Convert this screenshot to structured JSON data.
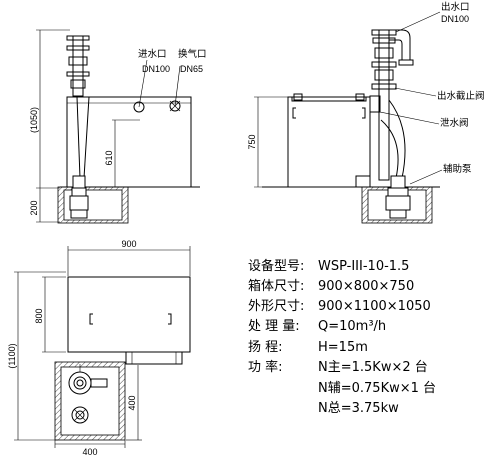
{
  "front_view": {
    "inlet_label": "进水口",
    "inlet_size": "DN100",
    "vent_label": "换气口",
    "vent_size": "DN65",
    "dim_height": "(1050)",
    "dim_610": "610",
    "dim_200": "200"
  },
  "side_view": {
    "outlet_label": "出水口",
    "outlet_size": "DN100",
    "gate_valve_label": "出水截止阀",
    "drain_valve_label": "泄水阀",
    "aux_pump_label": "辅助泵",
    "dim_750": "750"
  },
  "top_view": {
    "dim_900": "900",
    "dim_800": "800",
    "dim_1100": "(1100)",
    "dim_400_v": "400",
    "dim_400_h": "400"
  },
  "specs": [
    {
      "label": "设备型号:",
      "value": "WSP-III-10-1.5"
    },
    {
      "label": "箱体尺寸:",
      "value": "900×800×750"
    },
    {
      "label": "外形尺寸:",
      "value": "900×1100×1050"
    },
    {
      "label": "处 理 量:",
      "value": "Q=10m³/h"
    },
    {
      "label": "扬      程:",
      "value": "H=15m"
    },
    {
      "label": "功      率:",
      "value": "N主=1.5Kw×2 台"
    },
    {
      "label": "",
      "value": "N辅=0.75Kw×1 台"
    },
    {
      "label": "",
      "value": "N总=3.75kw"
    }
  ]
}
